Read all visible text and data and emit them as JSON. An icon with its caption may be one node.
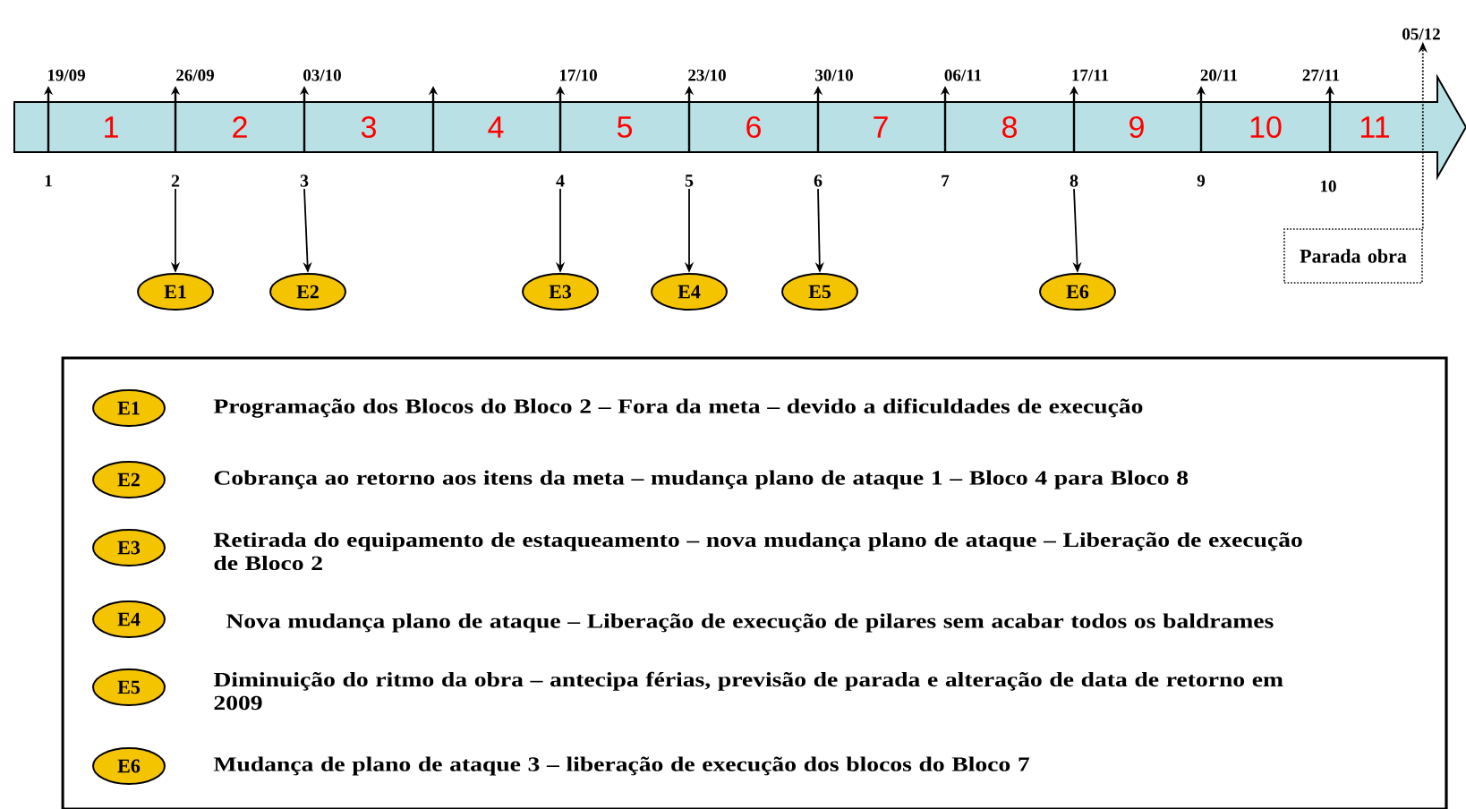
{
  "diagram": {
    "nodes": [
      {
        "text": [],
        "shape": "arrow"
      },
      {
        "text": [
          "1"
        ],
        "in": 0
      },
      {
        "text": [
          "2"
        ],
        "in": 0
      },
      {
        "text": [
          "3"
        ],
        "in": 0
      },
      {
        "text": [
          "4"
        ],
        "in": 0
      },
      {
        "text": [
          "5"
        ],
        "in": 0
      },
      {
        "text": [
          "6"
        ],
        "in": 0
      },
      {
        "text": [
          "7"
        ],
        "in": 0
      },
      {
        "text": [
          "8"
        ],
        "in": 0
      },
      {
        "text": [
          "9"
        ],
        "in": 0
      },
      {
        "text": [
          "10"
        ],
        "in": 0
      },
      {
        "text": [
          "11"
        ],
        "in": 0
      },
      {
        "text": [
          "2"
        ]
      },
      {
        "text": [
          "3"
        ]
      },
      {
        "text": [
          "4"
        ]
      },
      {
        "text": [
          "5"
        ]
      },
      {
        "text": [
          "6"
        ]
      },
      {
        "text": [
          "8"
        ]
      },
      {
        "text": [
          "E1"
        ]
      },
      {
        "text": [
          "E2"
        ]
      },
      {
        "text": [
          "E3"
        ]
      },
      {
        "text": [
          "E4"
        ]
      },
      {
        "text": [
          "E5"
        ]
      },
      {
        "text": [
          "E6"
        ]
      },
      {
        "text": [
          "Parada obra"
        ]
      },
      {
        "text": [
          "05/12"
        ]
      },
      {
        "text": [],
        "shape": "box"
      },
      {
        "text": [
          "E1"
        ],
        "in": 26,
        "beside": [
          "Programação dos Blocos do Bloco 2 – Fora da meta – devido a dificuldades de execução"
        ]
      },
      {
        "text": [
          "E2"
        ],
        "in": 26,
        "beside": [
          "Cobrança ao retorno aos itens da meta – mudança plano de ataque 1 – Bloco 4 para Bloco 8"
        ]
      },
      {
        "text": [
          "E3"
        ],
        "in": 26,
        "beside": [
          "Retirada do equipamento de estaqueamento – nova mudança plano de ataque – Liberação de execução de Bloco 2"
        ]
      },
      {
        "text": [
          "E4"
        ],
        "in": 26,
        "beside": [
          "Nova mudança plano de ataque – Liberação de execução de pilares sem acabar todos os baldrames"
        ]
      },
      {
        "text": [
          "E5"
        ],
        "in": 26,
        "beside": [
          "Diminuição do ritmo da obra – antecipa férias, previsão de parada e alteração de data de retorno em 2009"
        ]
      },
      {
        "text": [
          "E6"
        ],
        "in": 26,
        "beside": [
          "Mudança de plano de ataque 3 – liberação de execução dos blocos do Bloco 7"
        ]
      }
    ],
    "edges": [
      {
        "from": 12,
        "to": 18,
        "arrow": "to"
      },
      {
        "from": 13,
        "to": 19,
        "arrow": "to"
      },
      {
        "from": 14,
        "to": 20,
        "arrow": "to"
      },
      {
        "from": 15,
        "to": 21,
        "arrow": "to"
      },
      {
        "from": 16,
        "to": 22,
        "arrow": "to"
      },
      {
        "from": 17,
        "to": 23,
        "arrow": "to"
      },
      {
        "from": 24,
        "to": 25,
        "arrow": "to",
        "style": "dashed"
      }
    ],
    "labels": [
      "19/09",
      "26/09",
      "03/10",
      "17/10",
      "23/10",
      "30/10",
      "06/11",
      "17/11",
      "20/11",
      "27/11",
      "1",
      "7",
      "9",
      "10"
    ]
  }
}
